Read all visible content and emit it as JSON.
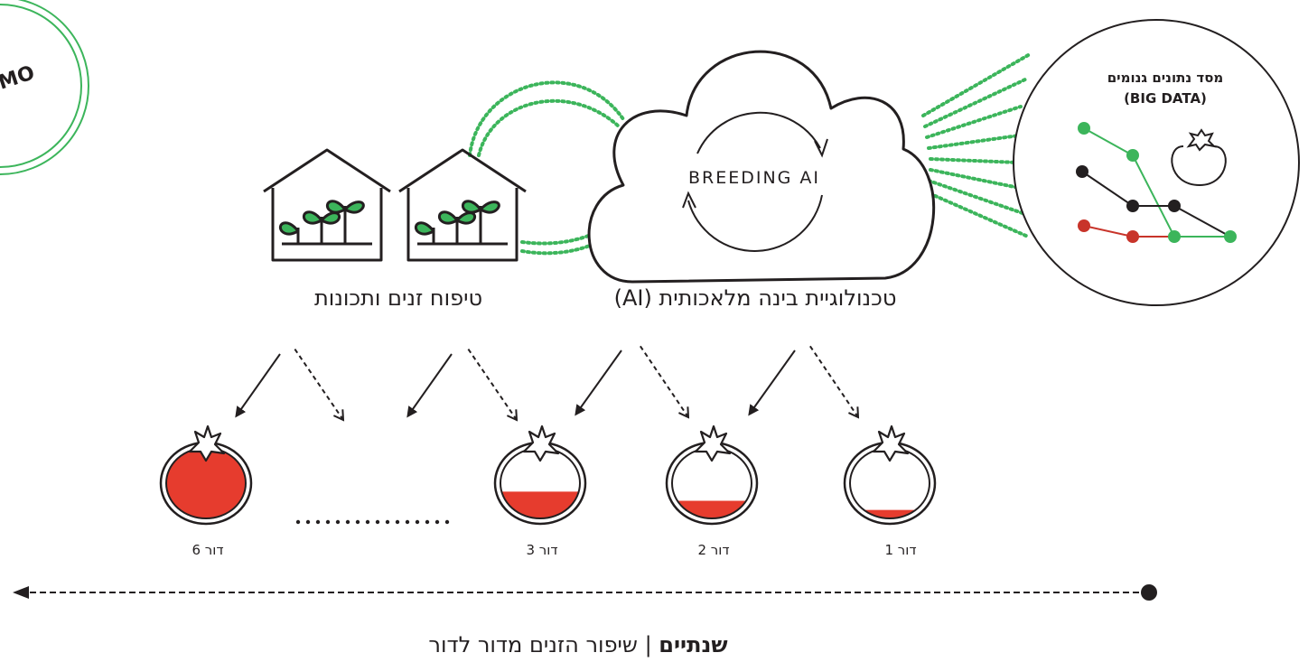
{
  "badge": {
    "text": "MO"
  },
  "cloud": {
    "label": "BREEDING AI"
  },
  "data_circle": {
    "title": "מסד נתונים גנומים",
    "subtitle": "(BIG DATA)"
  },
  "labels": {
    "breeding": "טיפוח זנים ותכונות",
    "ai_tech": "טכנולוגיית בינה מלאכותית (AI)"
  },
  "generations": [
    {
      "label": "דור 1",
      "fill": 0.12
    },
    {
      "label": "דור 2",
      "fill": 0.25
    },
    {
      "label": "דור 3",
      "fill": 0.38
    },
    {
      "label": "דור 6",
      "fill": 1.0
    }
  ],
  "timeline": {
    "bold": "שנתיים",
    "separator": " | ",
    "text": "שיפור הזנים מדור לדור"
  },
  "colors": {
    "green": "#3cb55b",
    "red": "#e63c2e",
    "dark": "#231f20",
    "gray": "#333333"
  }
}
